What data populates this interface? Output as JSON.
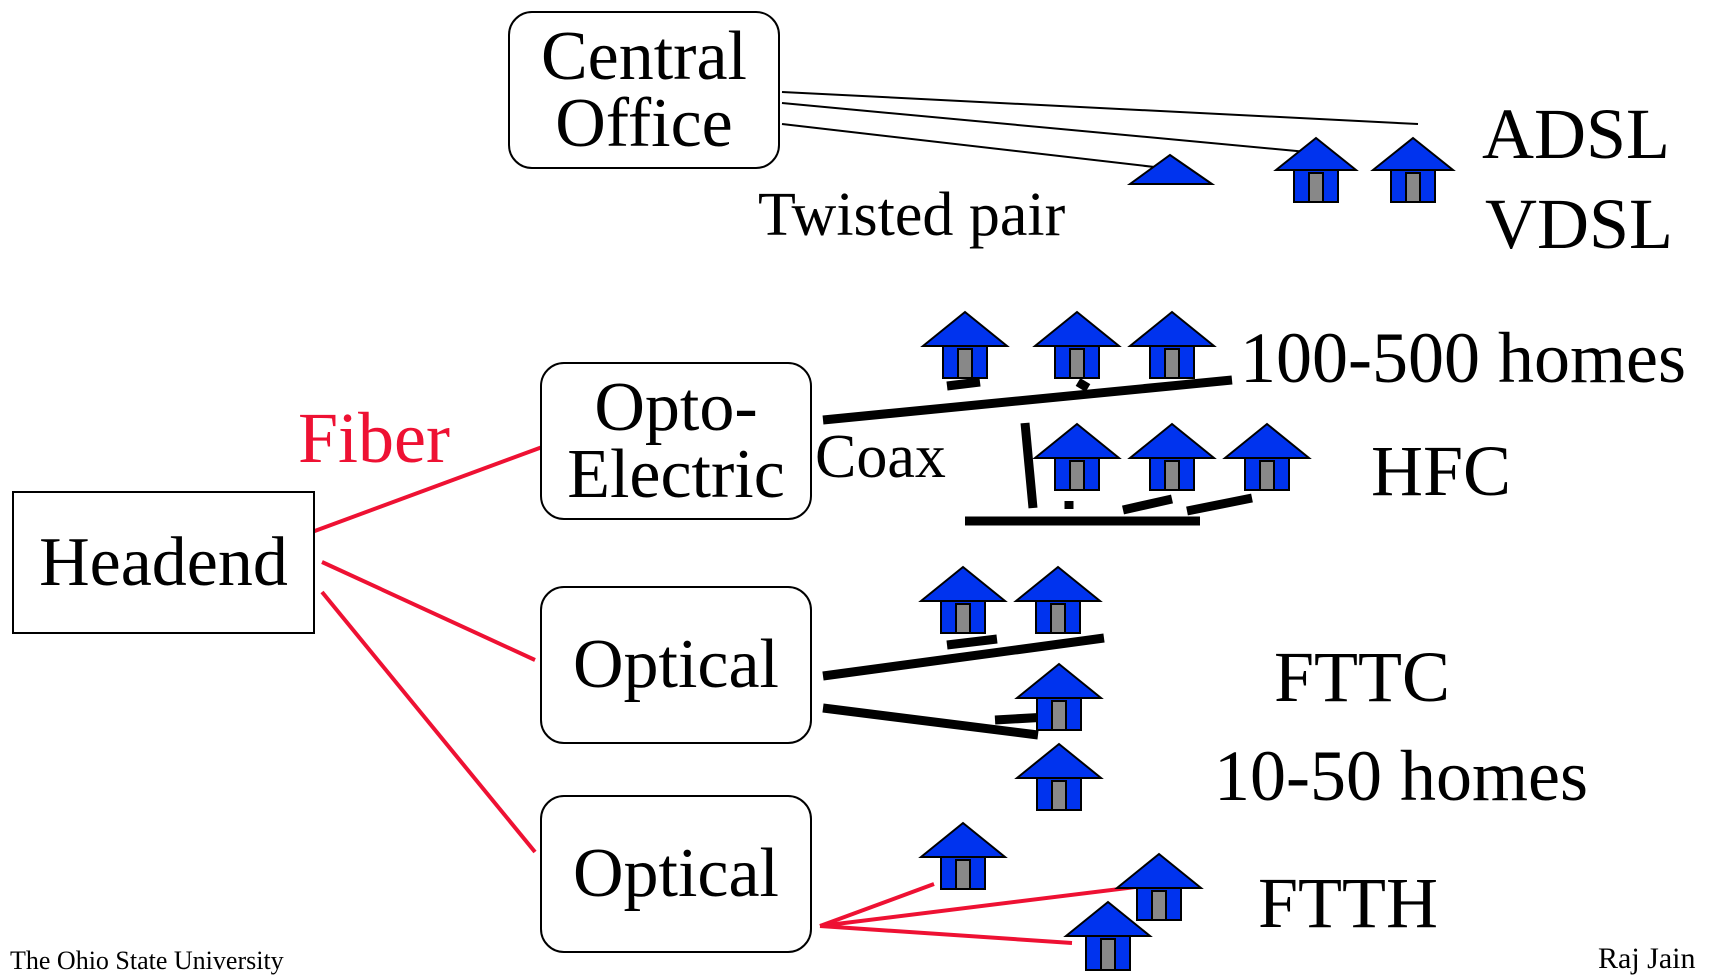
{
  "nodes": {
    "central_office": "Central Office",
    "headend": "Headend",
    "opto_electric": "Opto-Electric",
    "optical_fttc": "Optical",
    "optical_ftth": "Optical"
  },
  "labels": {
    "twisted_pair": "Twisted pair",
    "adsl": "ADSL",
    "vdsl": "VDSL",
    "fiber": "Fiber",
    "coax": "Coax",
    "hfc_count": "100-500 homes",
    "hfc": "HFC",
    "fttc": "FTTC",
    "fttc_count": "10-50 homes",
    "ftth": "FTTH"
  },
  "footer": {
    "left": "The Ohio State University",
    "right": "Raj Jain"
  },
  "colors": {
    "fiber": "#ee1133",
    "house_roof": "#0033ee",
    "house_door": "#888888",
    "coax": "#000000"
  },
  "icons": [
    "house-icon"
  ]
}
